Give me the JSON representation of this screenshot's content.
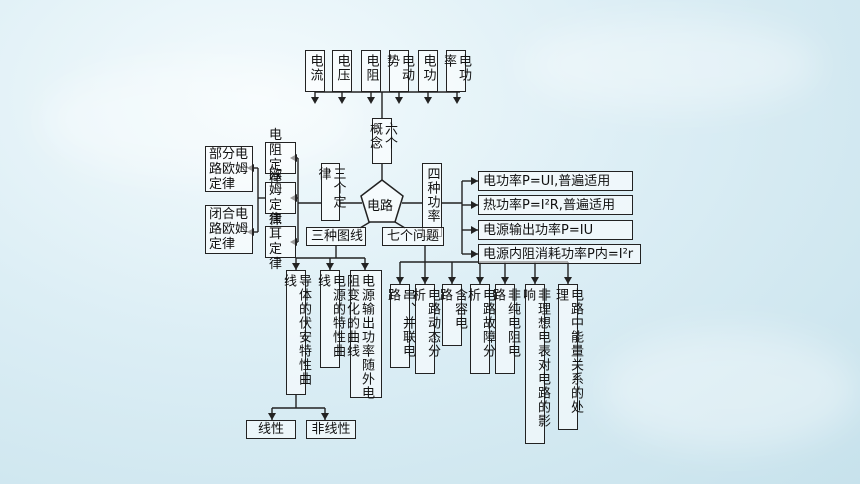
{
  "center": "电路",
  "top_group": {
    "label": "六个概念",
    "items": [
      "电流",
      "电压",
      "电阻",
      "电动势",
      "电功",
      "电功率"
    ]
  },
  "left_group": {
    "label": "三个定律",
    "laws": [
      "电阻定律",
      "欧姆定律",
      "焦耳定律"
    ],
    "ohm_branches": [
      "部分电路欧姆定律",
      "闭合电路欧姆定律"
    ]
  },
  "right_group": {
    "label": "四种功率",
    "items": [
      "电功率P=UI,普遍适用",
      "热功率P=I²R,普遍适用",
      "电源输出功率P=IU",
      "电源内阻消耗功率P内=I²r"
    ]
  },
  "graphs_group": {
    "label": "三种图线",
    "items": [
      "导体的伏安特性曲线",
      "电源的特性曲线",
      "电源输出功率随外电阻变化的曲线"
    ],
    "sub": [
      "线性",
      "非线性"
    ]
  },
  "problems_group": {
    "label": "七个问题",
    "items": [
      "串、并联电路",
      "电路动态分析",
      "含容电路",
      "电路故障分析",
      "非纯电阻电路",
      "非理想电表对电路的影响",
      "电路中能量关系的处理"
    ]
  }
}
